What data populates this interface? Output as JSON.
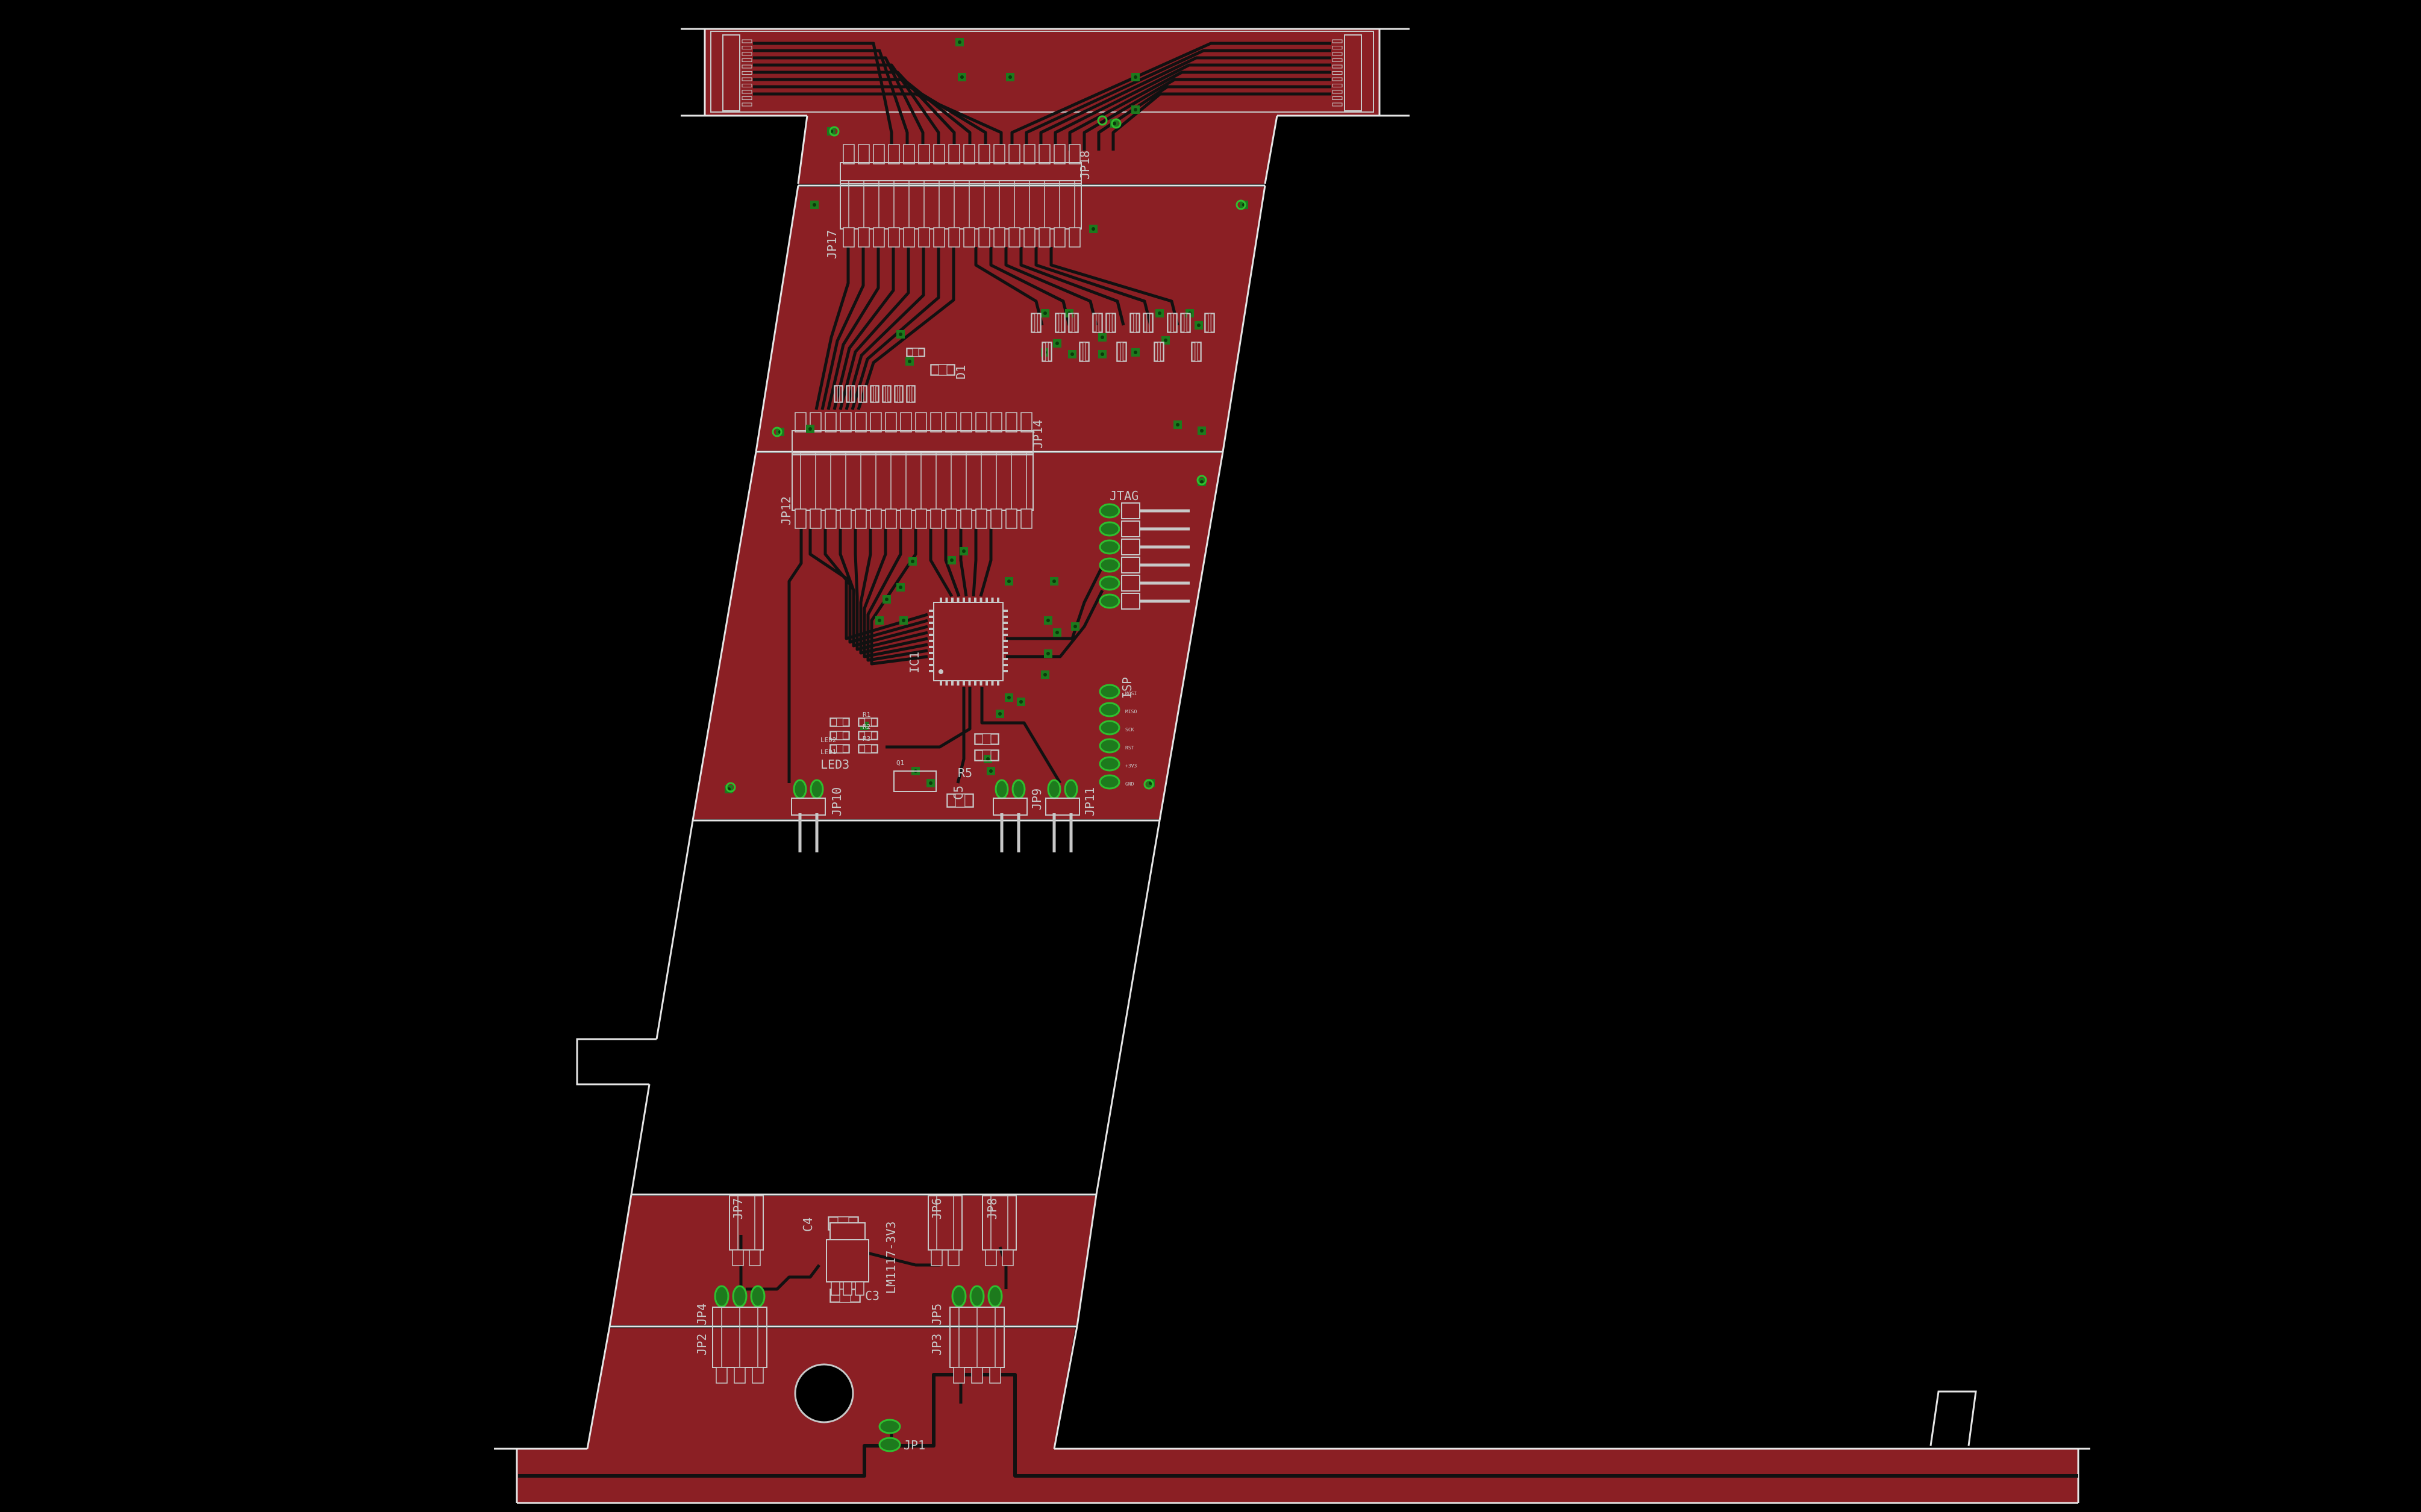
{
  "colors": {
    "background": "#000000",
    "copper": "#8b1f24",
    "trace": "#111111",
    "outline": "#e6e6e6",
    "silkscreen": "#c8c8c8",
    "pad": "#1d7a1d",
    "pad_inner": "#2fbf2f"
  },
  "labels": {
    "jp18": "JP18",
    "jp17": "JP17",
    "jp14": "JP14",
    "jp12": "JP12",
    "jtag": "JTAG",
    "ic1": "IC1",
    "led3": "LED3",
    "led2": "LED2",
    "led1": "LED1",
    "r1": "R1",
    "r2": "R2",
    "r3": "R3",
    "r5": "R5",
    "c5": "C5",
    "q1": "Q1",
    "d1": "D1",
    "jp10": "JP10",
    "jp9": "JP9",
    "jp11": "JP11",
    "isp": "ISP",
    "jp7": "JP7",
    "jp6": "JP6",
    "jp8": "JP8",
    "c4": "C4",
    "c3": "C3",
    "reg": "LM1117-3V3",
    "jp4": "JP4",
    "jp5": "JP5",
    "jp2": "JP2",
    "jp3": "JP3",
    "jp1": "JP1"
  },
  "isp_pins": [
    "MOSI",
    "MISO",
    "SCK",
    "RST",
    "+3V3",
    "GND"
  ]
}
